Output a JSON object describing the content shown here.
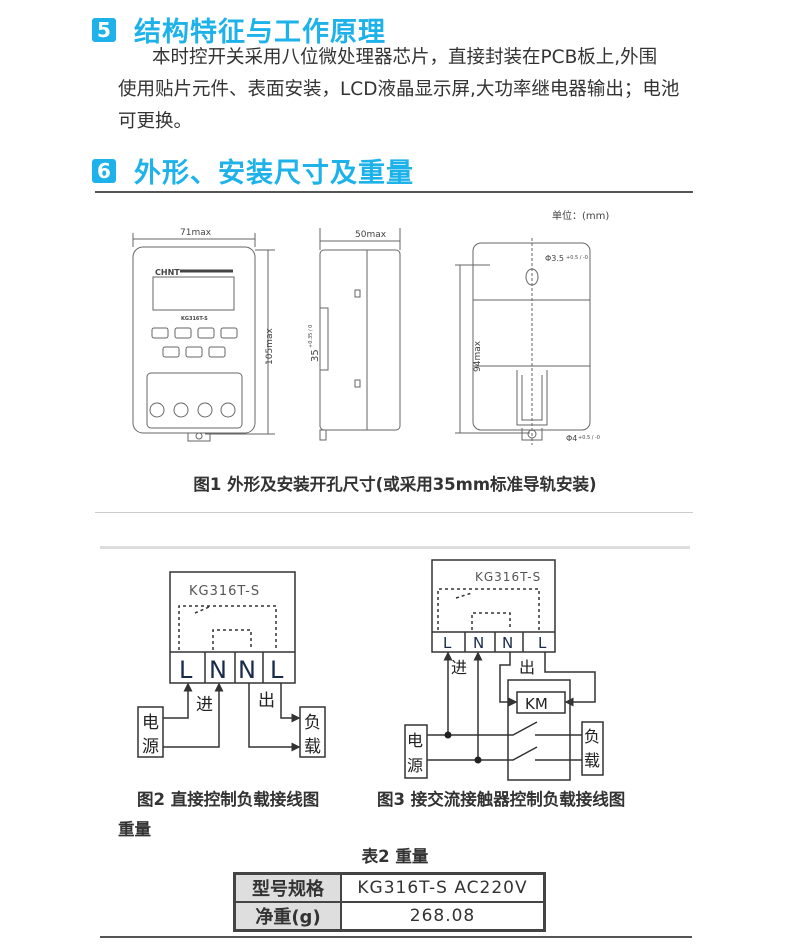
{
  "section5": {
    "number": "5",
    "title": "结构特征与工作原理",
    "lines": [
      "本时控开关采用八位微处理器芯片，直接封装在PCB板上,外围",
      "使用贴片元件、表面安装，LCD液晶显示屏,大功率继电器输出；电池",
      "可更换。"
    ]
  },
  "section6": {
    "number": "6",
    "title": "外形、安装尺寸及重量"
  },
  "figure1": {
    "unit_label": "单位：(mm)",
    "width_dim": "71max",
    "height_dim": "105max",
    "depth_dim": "50max",
    "rail_dim": "35",
    "rail_tol": "+0.35 / 0",
    "mount_height_dim": "94max",
    "hole_top": "Φ3.5",
    "hole_top_tol": "+0.5 / -0",
    "hole_bottom": "Φ4",
    "hole_bottom_tol": "+0.5 / -0",
    "brand": "CHNT",
    "model_on_device": "KG316T-S",
    "caption": "图1 外形及安装开孔尺寸(或采用35mm标准导轨安装)"
  },
  "figure2": {
    "model": "KG316T-S",
    "terminals": [
      "L",
      "N",
      "N",
      "L"
    ],
    "in_label": "进",
    "out_label": "出",
    "power_label": [
      "电",
      "源"
    ],
    "load_label": [
      "负",
      "载"
    ],
    "caption": "图2 直接控制负载接线图"
  },
  "figure3": {
    "model": "KG316T-S",
    "terminals": [
      "L",
      "N",
      "N",
      "L"
    ],
    "in_label": "进",
    "out_label": "出",
    "contactor_label": "KM",
    "power_label": [
      "电",
      "源"
    ],
    "load_label": [
      "负",
      "载"
    ],
    "caption": "图3 接交流接触器控制负载接线图"
  },
  "weight_heading": "重量",
  "table2": {
    "title": "表2 重量",
    "rows": [
      {
        "key": "型号规格",
        "value": "KG316T-S AC220V"
      },
      {
        "key": "净重(g)",
        "value": "268.08"
      }
    ]
  }
}
